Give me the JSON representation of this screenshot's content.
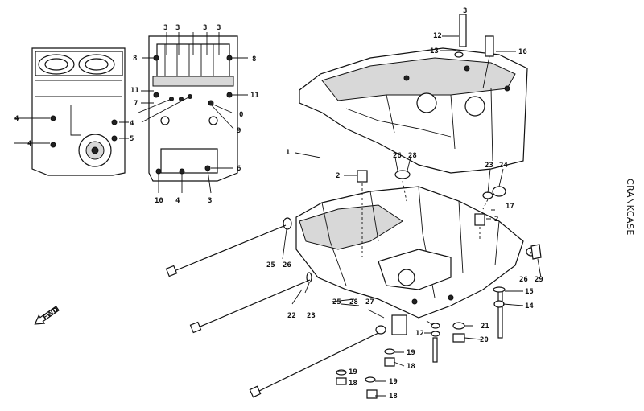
{
  "diagram": {
    "title": "CRANKCASE",
    "front_marker": "FWD",
    "labels": [
      "1",
      "2",
      "2",
      "3",
      "3",
      "3",
      "3",
      "3",
      "3",
      "4",
      "4",
      "4",
      "4",
      "5",
      "6",
      "7",
      "8",
      "8",
      "9",
      "10",
      "11",
      "11",
      "12",
      "12",
      "13",
      "14",
      "15",
      "16",
      "17",
      "18",
      "18",
      "18",
      "19",
      "19",
      "19",
      "20",
      "21",
      "22",
      "23",
      "23",
      "24",
      "25",
      "25",
      "26",
      "26",
      "26",
      "27",
      "28",
      "28",
      "29",
      "0"
    ]
  }
}
